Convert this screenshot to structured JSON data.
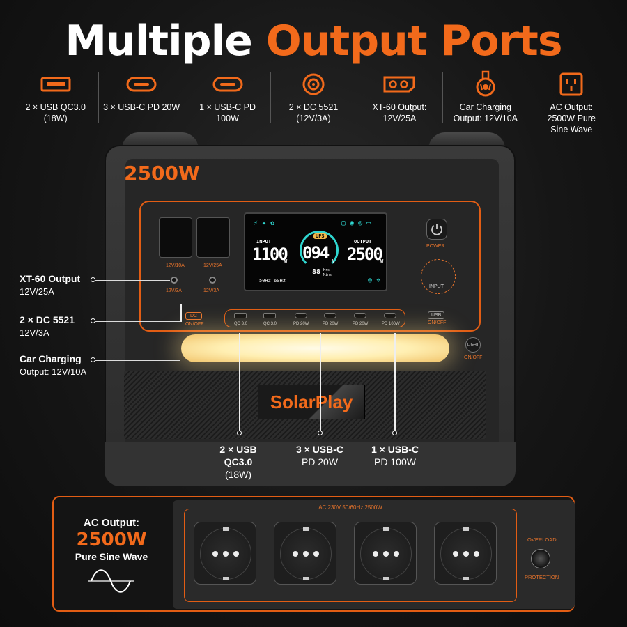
{
  "title": {
    "part1": "Multiple",
    "part2": "Output Ports"
  },
  "ports": [
    {
      "icon": "usb-a-icon",
      "label": "2 × USB QC3.0\n(18W)"
    },
    {
      "icon": "usb-c-icon",
      "label": "3 × USB-C PD 20W"
    },
    {
      "icon": "usb-c-icon",
      "label": "1 × USB-C PD 100W"
    },
    {
      "icon": "dc-5521-icon",
      "label": "2 × DC 5521\n(12V/3A)"
    },
    {
      "icon": "xt60-icon",
      "label": "XT-60 Output:\n12V/25A"
    },
    {
      "icon": "car-charger-icon",
      "label": "Car Charging\nOutput: 12V/10A"
    },
    {
      "icon": "ac-outlet-icon",
      "label": "AC Output:\n2500W Pure\nSine Wave"
    }
  ],
  "device": {
    "wattage": "2500W",
    "port_labels": {
      "left_12v10a": "12V/10A",
      "right_12v25a": "12V/25A",
      "dc1": "12V/3A",
      "dc2": "12V/3A",
      "dc_btn": "DC",
      "dc_onoff": "ON/OFF",
      "usb_btn": "USB",
      "usb_onoff": "ON/OFF",
      "power": "POWER",
      "input": "INPUT",
      "light": "LIGHT",
      "light_onoff": "ON/OFF"
    },
    "usb_labels": [
      "QC 3.0",
      "QC 3.0",
      "PD 20W",
      "PD 20W",
      "PD 20W",
      "PD 100W"
    ],
    "lcd": {
      "input_label": "INPUT",
      "input_val": "1100",
      "input_unit": "W",
      "ups": "UPS",
      "pct": "094",
      "pct_unit": "%",
      "output_label": "OUTPUT",
      "output_val": "2500",
      "output_unit": "W",
      "freq": "50Hz 60Hz",
      "time_h": "88",
      "time_hrs": "Hrs",
      "time_mins": "Mins"
    },
    "logo": "SolarPlay"
  },
  "callouts_left": [
    {
      "title": "XT-60 Output",
      "sub": "12V/25A"
    },
    {
      "title": "2 × DC 5521",
      "sub": "12V/3A"
    },
    {
      "title": "Car Charging",
      "sub": "Output: 12V/10A"
    }
  ],
  "callouts_bottom": [
    {
      "l1": "2 × USB",
      "l2": "QC3.0",
      "l3": "(18W)"
    },
    {
      "l1": "3 × USB-C",
      "l2": "PD 20W",
      "l3": ""
    },
    {
      "l1": "1 × USB-C",
      "l2": "PD 100W",
      "l3": ""
    }
  ],
  "ac": {
    "label": "AC Output:",
    "watts": "2500W",
    "wave": "Pure Sine Wave",
    "spec": "AC 230V 50/60Hz 2500W",
    "overload": "OVERLOAD",
    "protection": "PROTECTION"
  },
  "colors": {
    "accent": "#f26a1b",
    "background": "#161616"
  }
}
